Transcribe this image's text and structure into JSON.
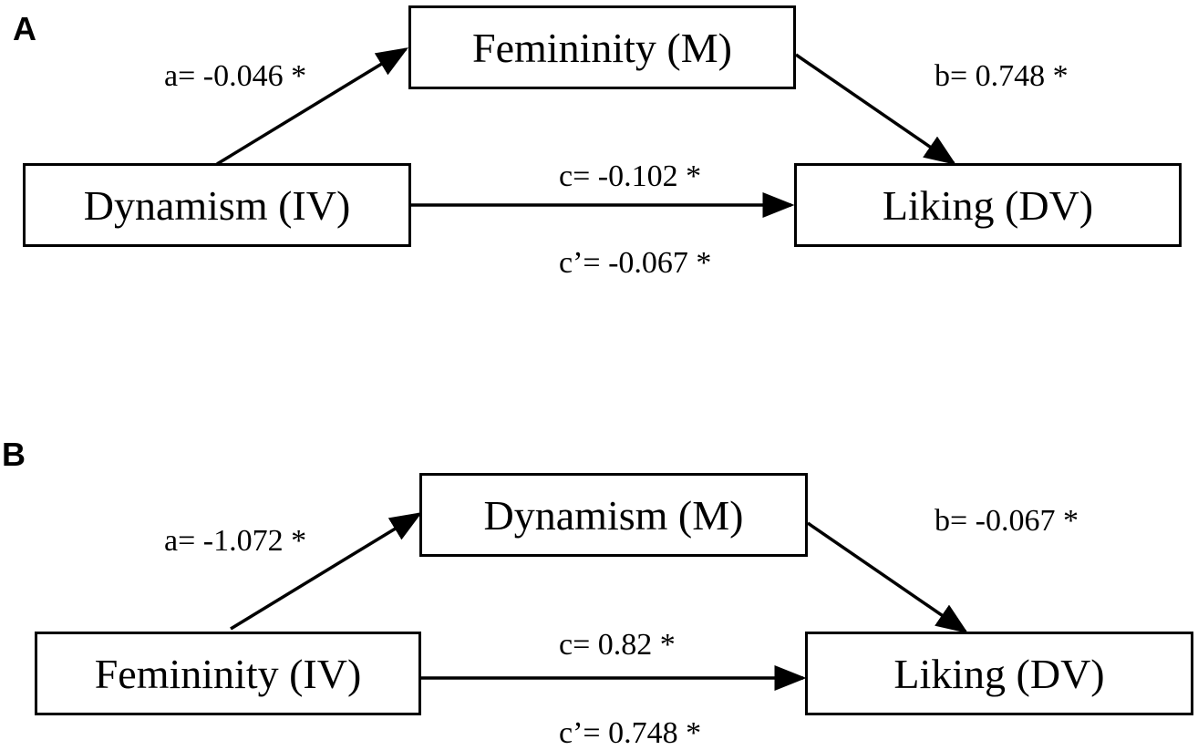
{
  "panels": [
    {
      "letter": "A",
      "iv": "Dynamism (IV)",
      "m": "Femininity (M)",
      "dv": "Liking (DV)",
      "a": "a= -0.046 *",
      "b": "b= 0.748 *",
      "c": "c= -0.102 *",
      "c_prime": "c’= -0.067 *"
    },
    {
      "letter": "B",
      "iv": "Femininity (IV)",
      "m": "Dynamism (M)",
      "dv": "Liking (DV)",
      "a": "a= -1.072 *",
      "b": "b= -0.067 *",
      "c": "c= 0.82 *",
      "c_prime": "c’= 0.748 *"
    }
  ],
  "colors": {
    "stroke": "#000000",
    "background": "#ffffff"
  }
}
